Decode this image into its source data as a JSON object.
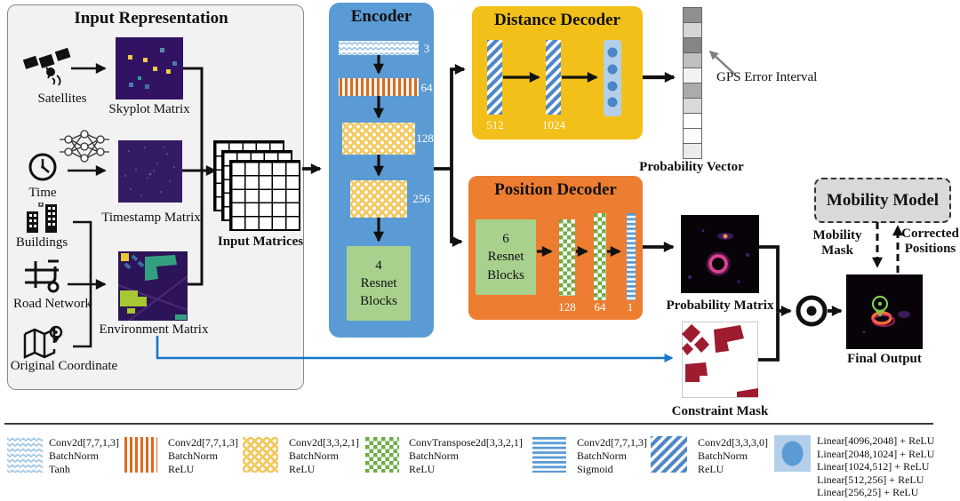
{
  "input_panel": {
    "title": "Input Representation",
    "sources": [
      {
        "label": "Satellites"
      },
      {
        "label": "Time"
      },
      {
        "label": "Buildings"
      },
      {
        "label": "Road Network"
      },
      {
        "label": "Original Coordinate"
      }
    ],
    "matrices": [
      {
        "label": "Skyplot Matrix"
      },
      {
        "label": "Timestamp Matrix"
      },
      {
        "label": "Environment Matrix"
      }
    ],
    "output_label": "Input Matrices"
  },
  "encoder": {
    "title": "Encoder",
    "layer_channels": [
      "3",
      "64",
      "128",
      "256"
    ],
    "resnet_label": "4\nResnet\nBlocks"
  },
  "distance_decoder": {
    "title": "Distance Decoder",
    "layer_sizes": [
      "512",
      "1024"
    ]
  },
  "probability_vector": {
    "label": "Probability Vector",
    "annotation": "GPS Error Interval",
    "cells": [
      "#8f8f8f",
      "#d6d6d6",
      "#858585",
      "#bfbfbf",
      "#f2f2f2",
      "#ababab",
      "#d9d9d9",
      "#ffffff",
      "#fcfcfc",
      "#ebebeb"
    ]
  },
  "position_decoder": {
    "title": "Position Decoder",
    "resnet_label": "6\nResnet\nBlocks",
    "layer_sizes": [
      "128",
      "64",
      "1"
    ]
  },
  "outputs": {
    "probability_matrix_label": "Probability Matrix",
    "constraint_mask_label": "Constraint Mask",
    "final_output_label": "Final Output"
  },
  "mobility": {
    "title": "Mobility Model",
    "mask_label": "Mobility\nMask",
    "positions_label": "Corrected\nPositions"
  },
  "colors": {
    "encoder_blue": "#5b9bd5",
    "distance_gold": "#f3c019",
    "position_orange": "#ed7d31",
    "resnet_green": "#a9d18e",
    "mobility_gray": "#d9d9d9",
    "blue_connector": "#1877c9"
  },
  "legend": {
    "items": [
      {
        "pattern": "wave",
        "text": "Conv2d[7,7,1,3]\nBatchNorm\nTanh"
      },
      {
        "pattern": "vstripe",
        "text": "Conv2d[7,7,1,3]\nBatchNorm\nReLU"
      },
      {
        "pattern": "cross",
        "text": "Conv2d[3,3,2,1]\nBatchNorm\nReLU"
      },
      {
        "pattern": "checker",
        "text": "ConvTranspose2d[3,3,2,1]\nBatchNorm\nReLU"
      },
      {
        "pattern": "hstripe",
        "text": "Conv2d[7,7,1,3]\nBatchNorm\nSigmoid"
      },
      {
        "pattern": "dstripe",
        "text": "Conv2d[3,3,3,0]\nBatchNorm\nReLU"
      },
      {
        "pattern": "linear",
        "text": "Linear[4096,2048] + ReLU\nLinear[2048,1024] + ReLU\nLinear[1024,512] + ReLU\nLinear[512,256] + ReLU\nLinear[256,25] + ReLU"
      }
    ]
  }
}
